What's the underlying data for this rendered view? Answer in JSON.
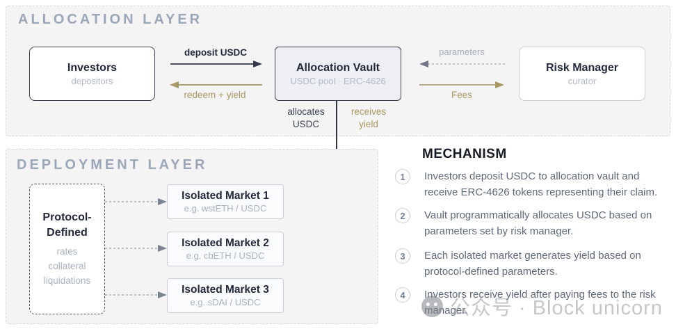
{
  "allocation_layer": {
    "title": "ALLOCATION LAYER",
    "investors": {
      "title": "Investors",
      "subtitle": "depositors"
    },
    "vault": {
      "title": "Allocation Vault",
      "subtitle": "USDC pool · ERC-4626"
    },
    "risk_manager": {
      "title": "Risk Manager",
      "subtitle": "curator"
    },
    "flows": {
      "deposit": "deposit USDC",
      "redeem": "redeem + yield",
      "parameters": "parameters",
      "fees": "Fees",
      "allocates": "allocates\nUSDC",
      "receives": "receives\nyield"
    }
  },
  "deployment_layer": {
    "title": "DEPLOYMENT LAYER",
    "protocol": {
      "title": "Protocol-\nDefined",
      "items": [
        "rates",
        "collateral",
        "liquidations"
      ]
    },
    "markets": [
      {
        "title": "Isolated Market 1",
        "subtitle": "e.g. wstETH / USDC"
      },
      {
        "title": "Isolated Market 2",
        "subtitle": "e.g. cbETH / USDC"
      },
      {
        "title": "Isolated Market 3",
        "subtitle": "e.g. sDAI / USDC"
      }
    ]
  },
  "mechanism": {
    "title": "MECHANISM",
    "steps": [
      {
        "num": "1",
        "text": "Investors deposit USDC to allocation vault and\nreceive ERC-4626 tokens representing their claim."
      },
      {
        "num": "2",
        "text": "Vault programmatically allocates USDC based on\nparameters set by risk manager."
      },
      {
        "num": "3",
        "text": "Each isolated market generates yield based on\nprotocol-defined parameters."
      },
      {
        "num": "4",
        "text": "Investors receive yield after paying fees to the risk\nmanager."
      }
    ]
  },
  "watermark": {
    "text": "公众号 · Block unicorn"
  },
  "colors": {
    "gold_accent": "#a79760",
    "dark_line": "#2f3744",
    "layer_bg": "#f4f4f5",
    "vault_bg": "#edeff4",
    "title_gray_blue": "#9ba6b9"
  }
}
